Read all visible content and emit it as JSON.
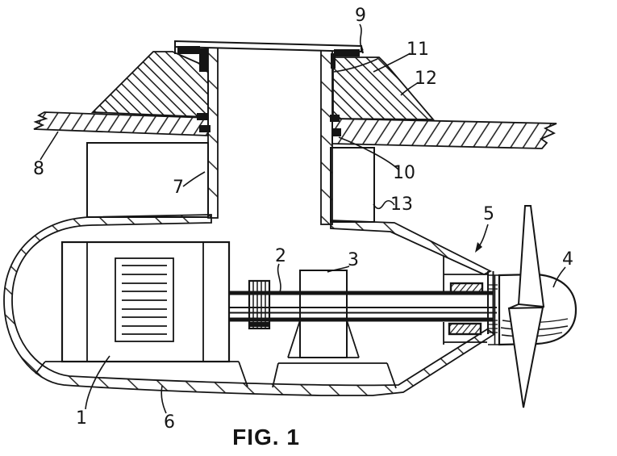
{
  "figure": {
    "caption": "FIG. 1",
    "colors": {
      "ink": "#151515",
      "background": "#ffffff"
    },
    "part_labels": [
      {
        "ref": "1"
      },
      {
        "ref": "2"
      },
      {
        "ref": "3"
      },
      {
        "ref": "4"
      },
      {
        "ref": "5"
      },
      {
        "ref": "6"
      },
      {
        "ref": "7"
      },
      {
        "ref": "8"
      },
      {
        "ref": "9"
      },
      {
        "ref": "10"
      },
      {
        "ref": "11"
      },
      {
        "ref": "12"
      },
      {
        "ref": "13"
      }
    ]
  }
}
